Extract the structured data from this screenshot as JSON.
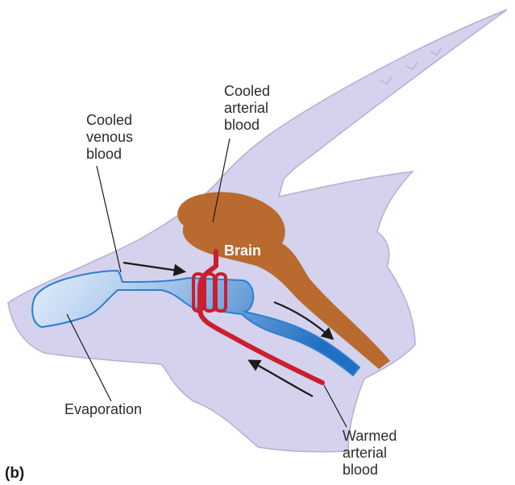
{
  "panel_label": "(b)",
  "labels": {
    "cooled_venous": [
      "Cooled",
      "venous",
      "blood"
    ],
    "cooled_arterial": [
      "Cooled",
      "arterial",
      "blood"
    ],
    "brain": "Brain",
    "evaporation": "Evaporation",
    "warmed_arterial": [
      "Warmed",
      "arterial",
      "blood"
    ]
  },
  "colors": {
    "head_fill": "#d4d2ec",
    "head_stroke": "#b2afd4",
    "brain": "#b96a2e",
    "venous_light": "#d8e6f6",
    "venous_dark": "#1f6fc2",
    "venous_outline": "#2b7fd4",
    "artery": "#cc1e2e",
    "arrow": "#1a1a1a",
    "leader": "#1a1a1a"
  }
}
